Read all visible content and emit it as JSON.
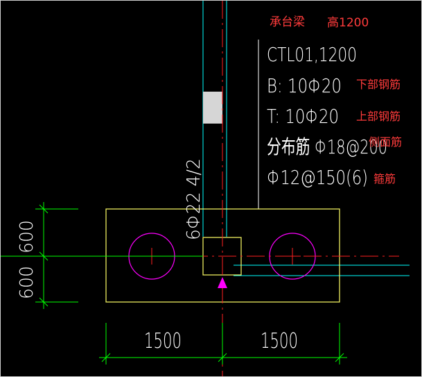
{
  "annotations": {
    "title": "承台梁",
    "height": "高1200",
    "bottom_bar": "下部钢筋",
    "top_bar": "上部钢筋",
    "side_bar": "侧面筋",
    "stirrup": "箍筋"
  },
  "beam_label": {
    "name": "CTL01,1200",
    "bottom": "B: 10Φ20",
    "top": "T: 10Φ20",
    "side": "分布筋 Φ18@200",
    "stirrup": "Φ12@150(6)"
  },
  "vertical_label": "6Φ22 4/2",
  "dimensions": {
    "left_upper": "600",
    "left_lower": "600",
    "bottom_left": "1500",
    "bottom_right": "1500"
  },
  "colors": {
    "background": "#000000",
    "pile_cap": "#ffff66",
    "pile": "#ff00ff",
    "axis": "#ff2020",
    "dimension": "#00ff00",
    "beam": "#00ffff",
    "text": "#ffffff",
    "annotation": "#ff3b3b"
  }
}
